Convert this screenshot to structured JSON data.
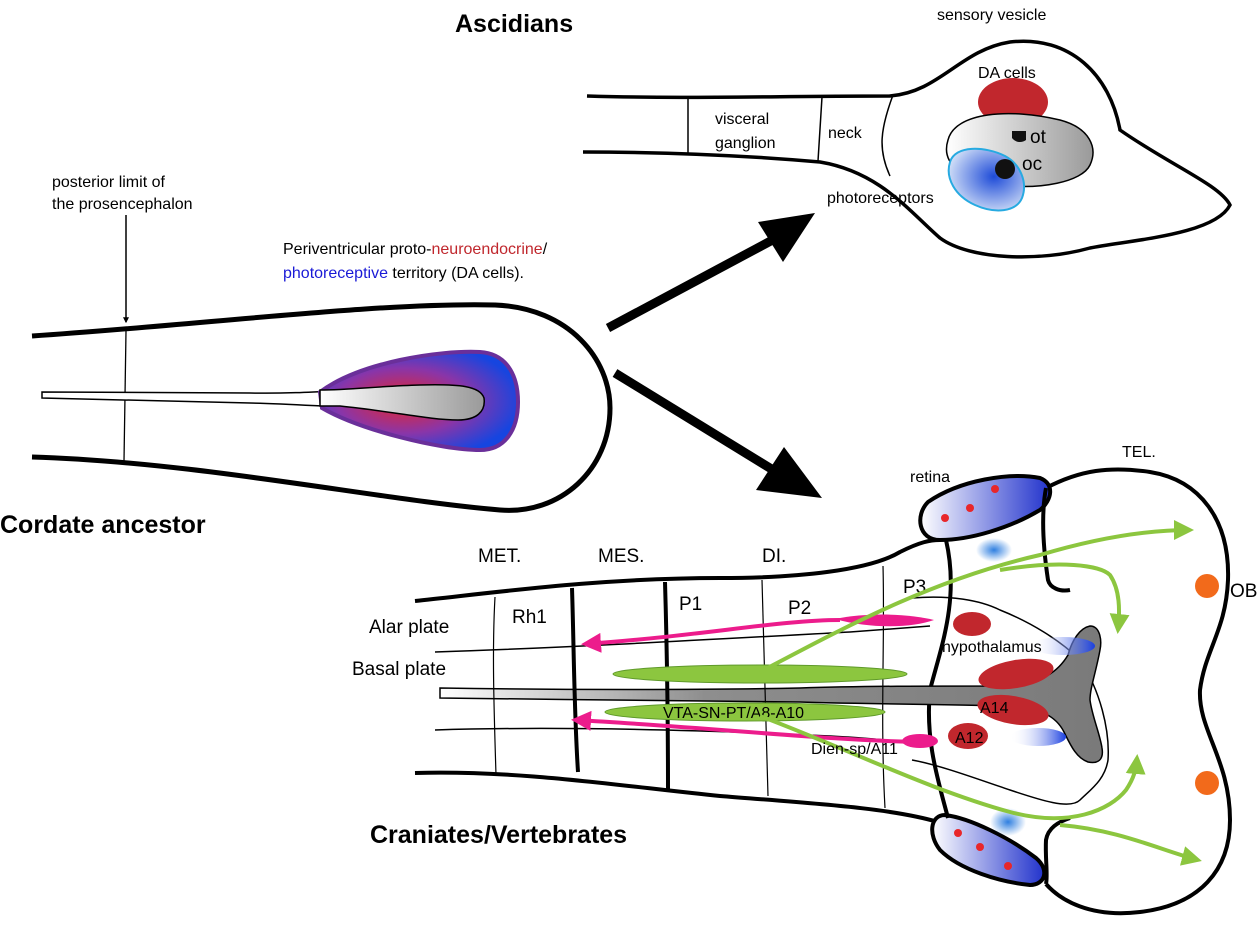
{
  "titles": {
    "ascidians": "Ascidians",
    "chordate_ancestor": "Cordate ancestor",
    "craniates": "Craniates/Vertebrates"
  },
  "ancestor": {
    "posterior_limit_line1": "posterior limit of",
    "posterior_limit_line2": "the prosencephalon",
    "territory_part1": "Periventricular proto-",
    "territory_neuroendocrine": "neuroendocrine",
    "territory_slash": "/",
    "territory_photoreceptive": "photoreceptive",
    "territory_part2": " territory (DA cells)."
  },
  "ascidian": {
    "sensory_vesicle": "sensory vesicle",
    "visceral": "visceral",
    "ganglion": "ganglion",
    "neck": "neck",
    "da_cells": "DA cells",
    "ot": "ot",
    "oc": "oc",
    "photoreceptors": "photoreceptors"
  },
  "vertebrate": {
    "retina": "retina",
    "tel": "TEL.",
    "met": "MET.",
    "mes": "MES.",
    "di": "DI.",
    "rh1": "Rh1",
    "p1": "P1",
    "p2": "P2",
    "p3": "P3",
    "alar_plate": "Alar plate",
    "basal_plate": "Basal plate",
    "hypothalamus": "hypothalamus",
    "vta": "VTA-SN-PT/A8-A10",
    "dien": "Dien-sp/A11",
    "a14": "A14",
    "a12": "A12",
    "ob": "OB"
  },
  "colors": {
    "neuroendocrine_red": "#c0272d",
    "photoreceptive_blue": "#1a1ad6",
    "da_red": "#c1272d",
    "magenta_arrow": "#ec1c8c",
    "green_arrow": "#8cc63f",
    "orange_ob": "#f26a1b",
    "ventricle_gray": "#8c8c8c",
    "photoreceptor_blue": "#27aae1"
  }
}
